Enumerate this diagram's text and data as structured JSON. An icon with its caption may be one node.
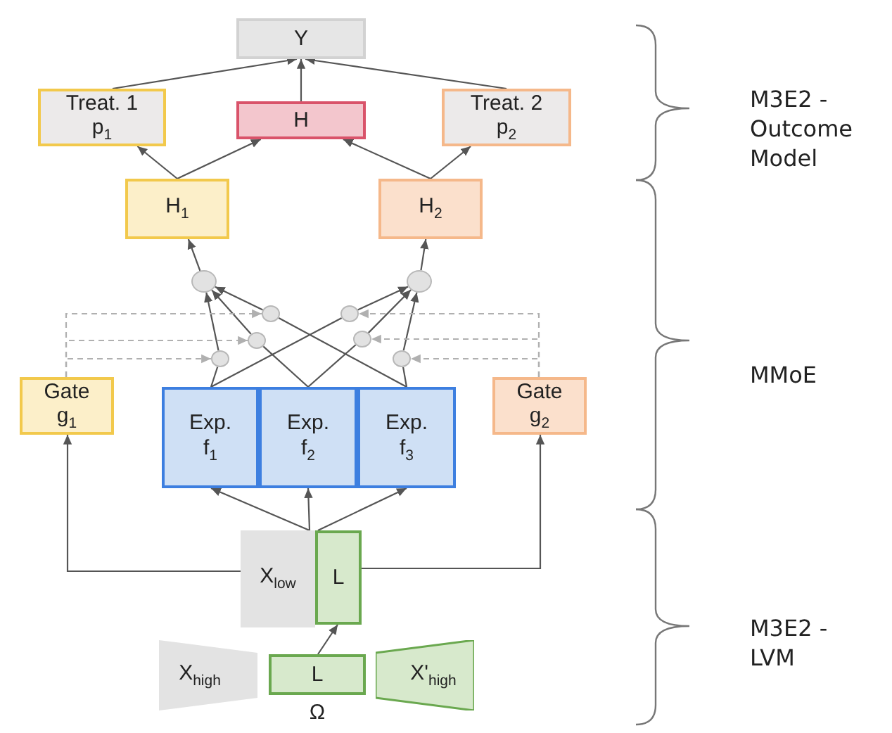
{
  "diagram": {
    "nodes": [
      {
        "text": [
          "Y"
        ]
      },
      {
        "text": [
          "Treat. 1 p$_{1}$"
        ]
      },
      {
        "text": [
          "H"
        ]
      },
      {
        "text": [
          "Treat. 2 p$_{2}$"
        ]
      },
      {
        "text": [
          "H$_{1}$"
        ]
      },
      {
        "text": [
          "H$_{2}$"
        ]
      },
      {
        "text": [],
        "shape": "circle"
      },
      {
        "text": [],
        "shape": "circle"
      },
      {
        "text": [],
        "shape": "circle"
      },
      {
        "text": [],
        "shape": "circle"
      },
      {
        "text": [],
        "shape": "circle"
      },
      {
        "text": [],
        "shape": "circle"
      },
      {
        "text": [],
        "shape": "circle"
      },
      {
        "text": [],
        "shape": "circle"
      },
      {
        "text": [
          "Gate g$_{1}$"
        ]
      },
      {
        "text": [
          "Exp. f$_{1}$"
        ]
      },
      {
        "text": [
          "Exp. f$_{2}$"
        ]
      },
      {
        "text": [
          "Exp. f$_{3}$"
        ]
      },
      {
        "text": [
          "Gate g$_{2}$"
        ]
      },
      {
        "text": [
          "X$_{low}$"
        ]
      },
      {
        "text": [
          "L"
        ]
      },
      {
        "text": [
          "X$_{high}$"
        ]
      },
      {
        "text": [
          "L"
        ],
        "beside": [
          "Ω"
        ]
      },
      {
        "text": [
          "X'$_{high}$"
        ]
      }
    ],
    "edges": [
      {
        "from": 15,
        "to": 12,
        "arrow": "none"
      },
      {
        "from": 12,
        "to": 6,
        "arrow": "to"
      },
      {
        "from": 15,
        "to": 9,
        "arrow": "none"
      },
      {
        "from": 9,
        "to": 7,
        "arrow": "to"
      },
      {
        "from": 16,
        "to": 10,
        "arrow": "none"
      },
      {
        "from": 10,
        "to": 6,
        "arrow": "to"
      },
      {
        "from": 16,
        "to": 11,
        "arrow": "none"
      },
      {
        "from": 11,
        "to": 7,
        "arrow": "to"
      },
      {
        "from": 17,
        "to": 8,
        "arrow": "none"
      },
      {
        "from": 8,
        "to": 6,
        "arrow": "to"
      },
      {
        "from": 17,
        "to": 13,
        "arrow": "none"
      },
      {
        "from": 13,
        "to": 7,
        "arrow": "to"
      },
      {
        "from": 14,
        "to": 8,
        "arrow": "to",
        "style": "dashed",
        "color": "#b0b0b0"
      },
      {
        "from": 14,
        "to": 10,
        "arrow": "to",
        "style": "dashed",
        "color": "#b0b0b0"
      },
      {
        "from": 14,
        "to": 12,
        "arrow": "to",
        "style": "dashed",
        "color": "#b0b0b0"
      },
      {
        "from": 18,
        "to": 9,
        "arrow": "to",
        "style": "dashed",
        "color": "#b0b0b0"
      },
      {
        "from": 18,
        "to": 11,
        "arrow": "to",
        "style": "dashed",
        "color": "#b0b0b0"
      },
      {
        "from": 18,
        "to": 13,
        "arrow": "to",
        "style": "dashed",
        "color": "#b0b0b0"
      },
      {
        "from": 6,
        "to": 4,
        "arrow": "to"
      },
      {
        "from": 7,
        "to": 5,
        "arrow": "to"
      },
      {
        "from": 4,
        "to": 1,
        "arrow": "to"
      },
      {
        "from": 4,
        "to": 2,
        "arrow": "to"
      },
      {
        "from": 5,
        "to": 2,
        "arrow": "to"
      },
      {
        "from": 5,
        "to": 3,
        "arrow": "to"
      },
      {
        "from": 1,
        "to": 0,
        "arrow": "to"
      },
      {
        "from": 2,
        "to": 0,
        "arrow": "to"
      },
      {
        "from": 3,
        "to": 0,
        "arrow": "to"
      },
      {
        "from": 19,
        "to": 15,
        "arrow": "to"
      },
      {
        "from": 19,
        "to": 16,
        "arrow": "to"
      },
      {
        "from": 20,
        "to": 17,
        "arrow": "to"
      },
      {
        "from": 19,
        "to": 14,
        "arrow": "to"
      },
      {
        "from": 20,
        "to": 18,
        "arrow": "to"
      },
      {
        "from": 22,
        "to": 20,
        "arrow": "to"
      }
    ],
    "labels": [
      "M3E2 - Outcome Model",
      "MMoE",
      "M3E2 - LVM"
    ]
  }
}
